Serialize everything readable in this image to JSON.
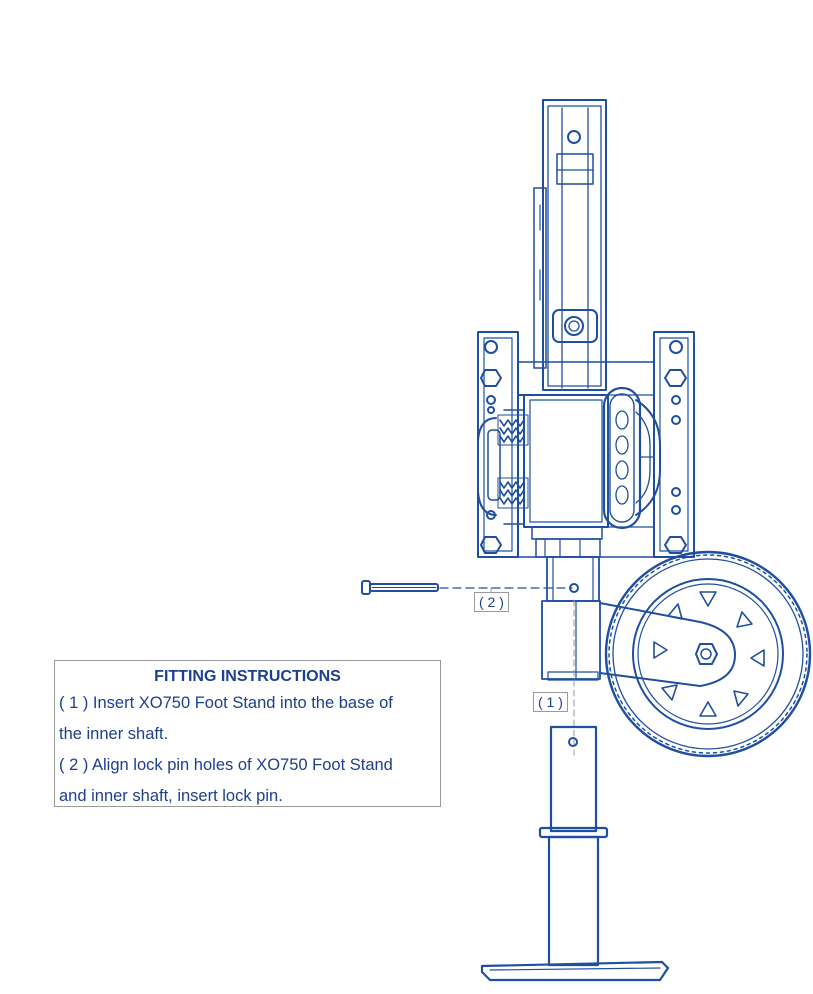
{
  "colors": {
    "line": "#1f4fa0",
    "text": "#1c3f8f",
    "box_border": "#9a9a9a"
  },
  "callouts": {
    "pin": "( 2 )",
    "stand": "( 1 )"
  },
  "instructions": {
    "title": "FITTING INSTRUCTIONS",
    "lines": [
      "( 1 ) Insert XO750 Foot Stand into the base of",
      "the inner shaft.",
      "( 2 ) Align lock pin holes of XO750 Foot Stand",
      "and inner shaft, insert lock pin."
    ]
  },
  "icons": {
    "jockey_wheel": "jockey-wheel-assembly-drawing",
    "foot_stand": "foot-stand-drawing",
    "lock_pin": "lock-pin-drawing"
  }
}
